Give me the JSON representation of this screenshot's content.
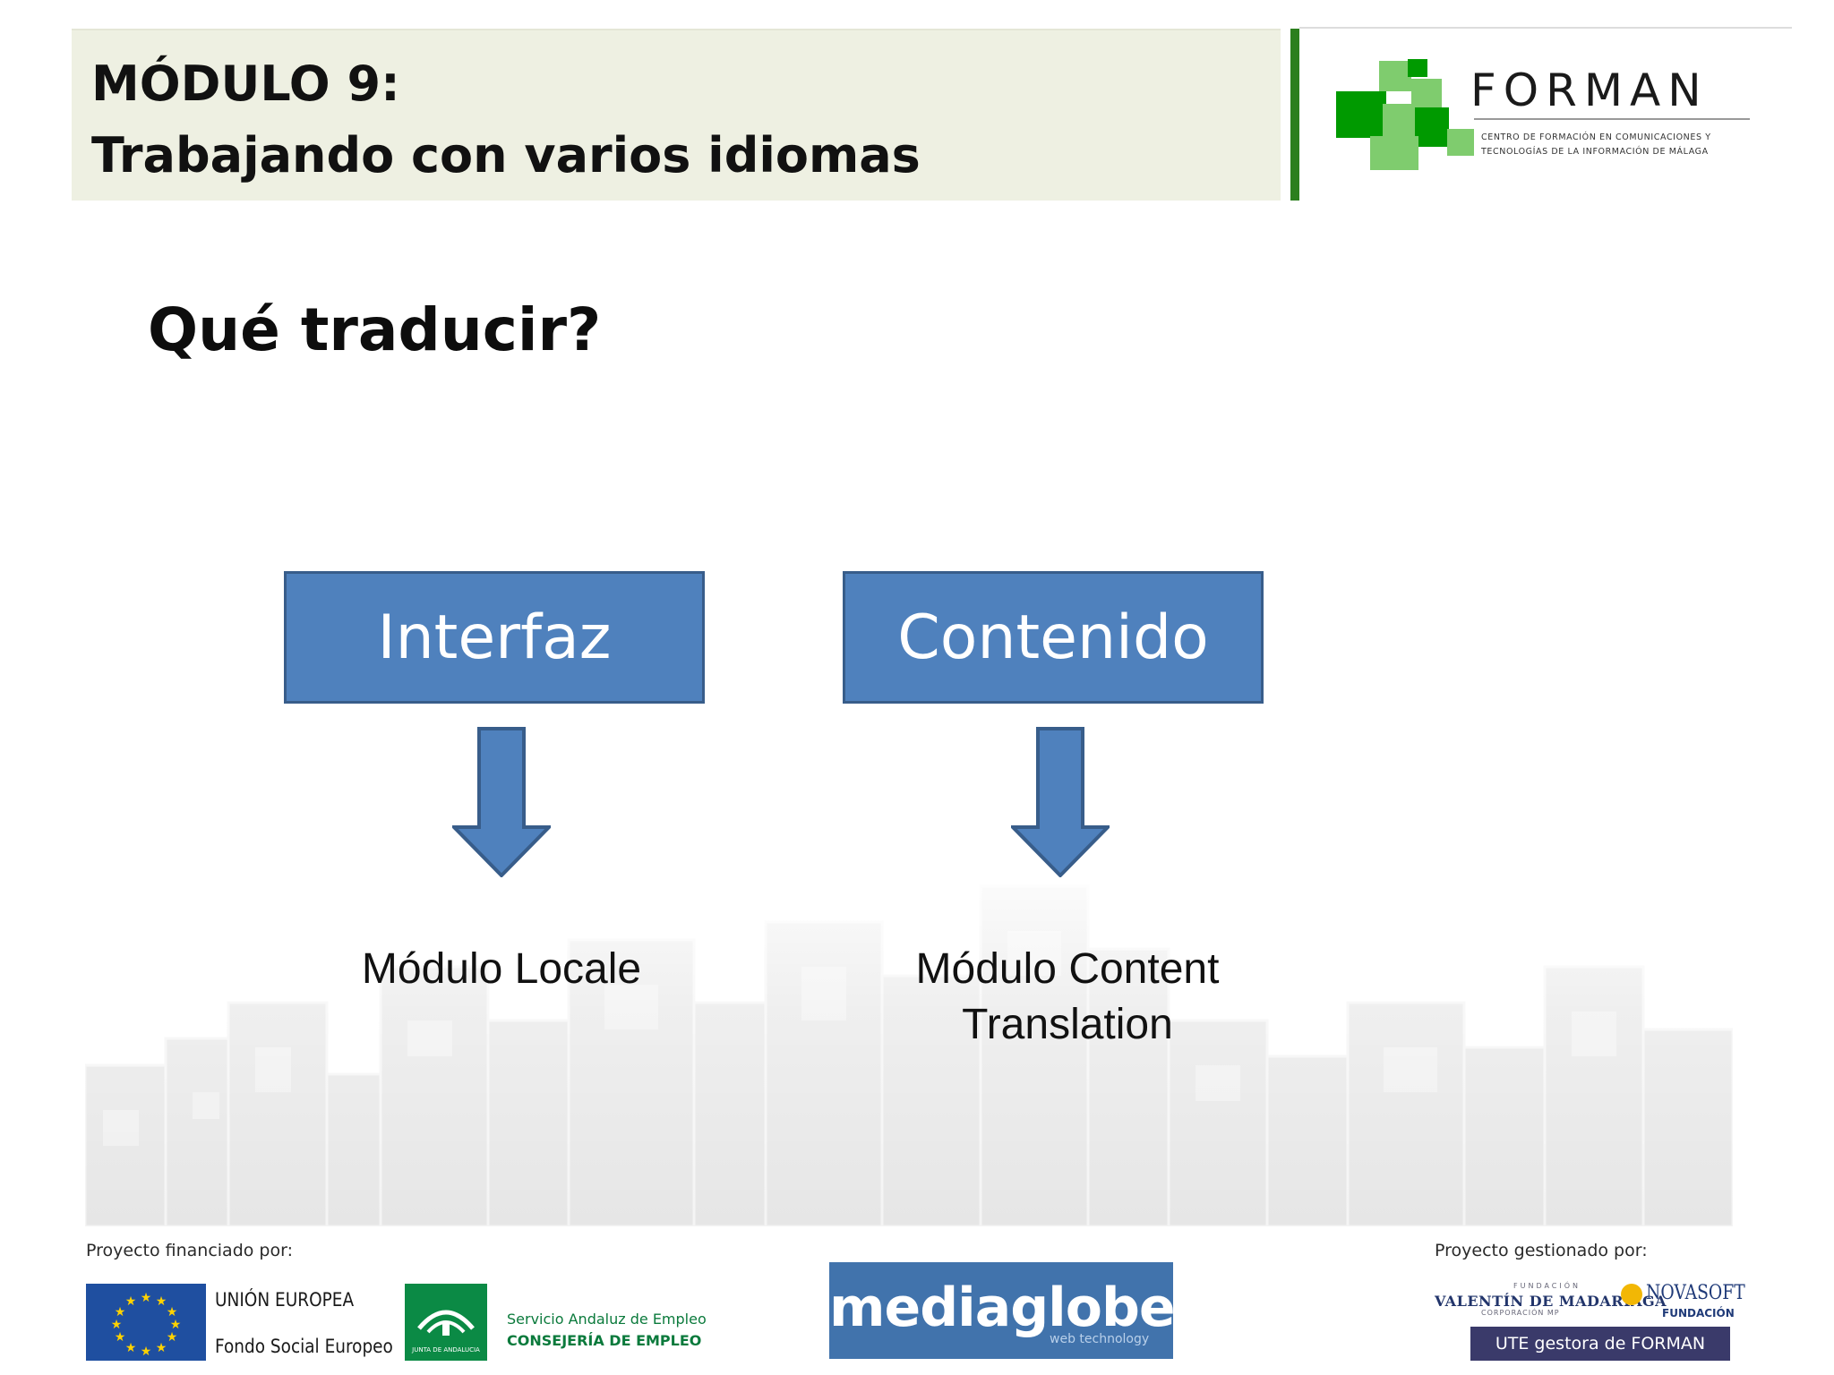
{
  "header": {
    "module": "MÓDULO 9:",
    "title": "Trabajando con varios idiomas"
  },
  "logo": {
    "name": "FORMAN",
    "subtitle_line1": "Centro de Formación en Comunicaciones y",
    "subtitle_line2": "Tecnologías de la Información de Málaga",
    "colors": {
      "dark_green": "#009a00",
      "light_green": "#7fcc6e"
    }
  },
  "slide": {
    "heading": "Qué traducir?"
  },
  "diagram": {
    "box_color": "#4f81bd",
    "box_border": "#385d8a",
    "left": {
      "box_label": "Interfaz",
      "caption": "Módulo Locale"
    },
    "right": {
      "box_label": "Contenido",
      "caption_line1": "Módulo Content",
      "caption_line2": "Translation"
    }
  },
  "footer": {
    "financed_label": "Proyecto financiado por:",
    "managed_label": "Proyecto gestionado por:",
    "eu_line1": "UNIÓN EUROPEA",
    "eu_line2": "Fondo Social Europeo",
    "junta_line1": "Servicio Andaluz de Empleo",
    "junta_line2": "CONSEJERÍA DE EMPLEO",
    "junta_logo_text": "JUNTA DE ANDALUCIA",
    "mediaglobe": "mediaglobe",
    "mediaglobe_sub": "web technology",
    "madariaga_top": "FUNDACIÓN",
    "madariaga": "VALENTÍN DE MADARIAGA",
    "madariaga_sub": "CORPORACIÓN MP",
    "novasoft": "NOVASOFT",
    "novasoft_sub": "FUNDACIÓN",
    "ute": "UTE gestora de FORMAN"
  }
}
